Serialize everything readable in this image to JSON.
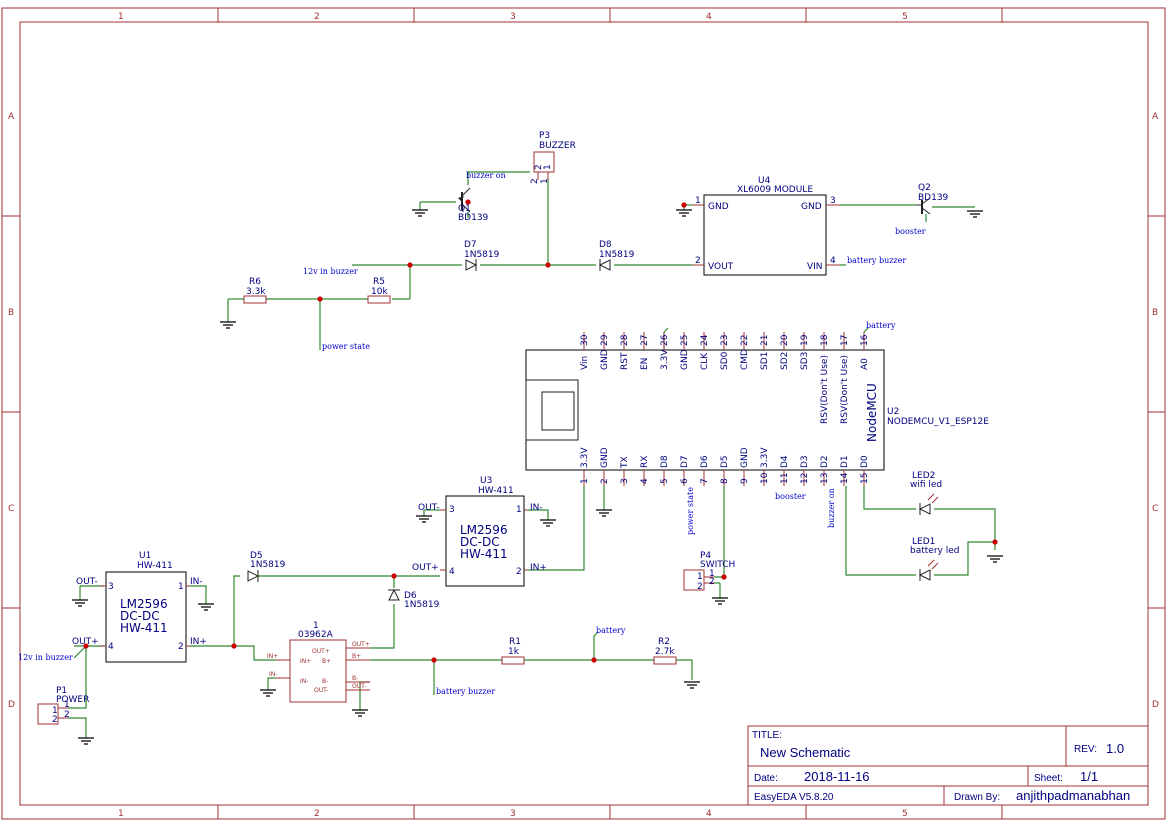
{
  "grid": {
    "cols": [
      "1",
      "2",
      "3",
      "4",
      "5"
    ],
    "rows": [
      "A",
      "B",
      "C",
      "D"
    ]
  },
  "title_block": {
    "title_label": "TITLE:",
    "title": "New Schematic",
    "rev_label": "REV:",
    "rev": "1.0",
    "date_label": "Date:",
    "date": "2018-11-16",
    "sheet_label": "Sheet:",
    "sheet": "1/1",
    "tool": "EasyEDA V5.8.20",
    "drawn_label": "Drawn By:",
    "drawn_by": "anjithpadmanabhan"
  },
  "components": {
    "u1": {
      "ref": "U1",
      "part": "HW-411",
      "line1": "LM2596",
      "line2": "DC-DC",
      "line3": "HW-411",
      "p_out_minus": "OUT-",
      "p_out_plus": "OUT+",
      "p_in_minus": "IN-",
      "p_in_plus": "IN+",
      "n3": "3",
      "n4": "4",
      "n1": "1",
      "n2": "2"
    },
    "u3": {
      "ref": "U3",
      "part": "HW-411",
      "line1": "LM2596",
      "line2": "DC-DC",
      "line3": "HW-411",
      "p_out_minus": "OUT-",
      "p_out_plus": "OUT+",
      "p_in_minus": "IN-",
      "p_in_plus": "IN+",
      "n3": "3",
      "n4": "4",
      "n1": "1",
      "n2": "2"
    },
    "u4": {
      "ref": "U4",
      "part": "XL6009 MODULE",
      "gnd_l": "GND",
      "vout": "VOUT",
      "gnd_r": "GND",
      "vin": "VIN",
      "n1": "1",
      "n2": "2",
      "n3": "3",
      "n4": "4"
    },
    "u2": {
      "ref": "U2",
      "part": "NODEMCU_V1_ESP12E",
      "title": "NodeMCU",
      "top_pins": [
        {
          "n": "30",
          "l": "Vin"
        },
        {
          "n": "29",
          "l": "GND"
        },
        {
          "n": "28",
          "l": "RST"
        },
        {
          "n": "27",
          "l": "EN"
        },
        {
          "n": "26",
          "l": "3.3V"
        },
        {
          "n": "25",
          "l": "GND"
        },
        {
          "n": "24",
          "l": "CLK"
        },
        {
          "n": "23",
          "l": "SD0"
        },
        {
          "n": "22",
          "l": "CMD"
        },
        {
          "n": "21",
          "l": "SD1"
        },
        {
          "n": "20",
          "l": "SD2"
        },
        {
          "n": "19",
          "l": "SD3"
        },
        {
          "n": "18",
          "l": "RSV(Don't Use)"
        },
        {
          "n": "17",
          "l": "RSV(Don't Use)"
        },
        {
          "n": "16",
          "l": "A0"
        }
      ],
      "bottom_pins": [
        {
          "n": "1",
          "l": "3.3V"
        },
        {
          "n": "2",
          "l": "GND"
        },
        {
          "n": "3",
          "l": "TX"
        },
        {
          "n": "4",
          "l": "RX"
        },
        {
          "n": "5",
          "l": "D8"
        },
        {
          "n": "6",
          "l": "D7"
        },
        {
          "n": "7",
          "l": "D6"
        },
        {
          "n": "8",
          "l": "D5"
        },
        {
          "n": "9",
          "l": "GND"
        },
        {
          "n": "10",
          "l": "3.3V"
        },
        {
          "n": "11",
          "l": "D4"
        },
        {
          "n": "12",
          "l": "D3"
        },
        {
          "n": "13",
          "l": "D2"
        },
        {
          "n": "14",
          "l": "D1"
        },
        {
          "n": "15",
          "l": "D0"
        }
      ]
    },
    "p1": {
      "ref": "P1",
      "part": "POWER",
      "n1": "1",
      "n2": "2"
    },
    "p3": {
      "ref": "P3",
      "part": "BUZZER",
      "n1": "1",
      "n2": "2"
    },
    "p4": {
      "ref": "P4",
      "part": "SWITCH",
      "n1": "1",
      "n2": "2"
    },
    "q1": {
      "ref": "Q1",
      "part": "BD139"
    },
    "q2": {
      "ref": "Q2",
      "part": "BD139"
    },
    "d5": {
      "ref": "D5",
      "part": "1N5819"
    },
    "d6": {
      "ref": "D6",
      "part": "1N5819"
    },
    "d7": {
      "ref": "D7",
      "part": "1N5819"
    },
    "d8": {
      "ref": "D8",
      "part": "1N5819"
    },
    "r1": {
      "ref": "R1",
      "value": "1k"
    },
    "r2": {
      "ref": "R2",
      "value": "2.7k"
    },
    "r5": {
      "ref": "R5",
      "value": "10k"
    },
    "r6": {
      "ref": "R6",
      "value": "3.3k"
    },
    "led1": {
      "ref": "LED1",
      "part": "battery led"
    },
    "led2": {
      "ref": "LED2",
      "part": "wifi led"
    },
    "charger": {
      "ref": "1",
      "part": "03962A",
      "in_plus": "IN+",
      "in_minus": "IN-",
      "out_plus": "OUT+",
      "b_plus": "B+",
      "b_minus": "B-",
      "out_minus": "OUT-"
    }
  },
  "nets": {
    "buzzer_on": "buzzer on",
    "buzzer_on_v": "buzzer on",
    "booster": "booster",
    "booster_b": "booster",
    "battery_buzzer": "battery buzzer",
    "battery_buzzer_b": "battery buzzer",
    "in_buzzer_12v": "12v in buzzer",
    "in_buzzer_12v_b": "12v in buzzer",
    "power_state": "power state",
    "power_state_v": "power state",
    "battery": "battery",
    "battery_b": "battery"
  }
}
